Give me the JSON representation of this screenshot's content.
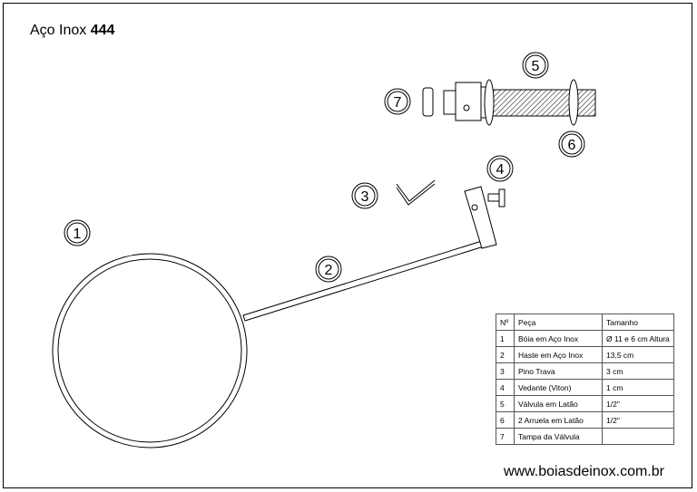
{
  "title": {
    "prefix": "Aço Inox",
    "model": "444"
  },
  "callouts": [
    "1",
    "2",
    "3",
    "4",
    "5",
    "6",
    "7"
  ],
  "table": {
    "headers": [
      "Nº",
      "Peça",
      "Tamanho"
    ],
    "rows": [
      [
        "1",
        "Bóia em Aço Inox",
        "Ø 11 e 6 cm Altura"
      ],
      [
        "2",
        "Haste em Aço Inox",
        "13,5 cm"
      ],
      [
        "3",
        "Pino Trava",
        "3 cm"
      ],
      [
        "4",
        "Vedante (Viton)",
        "1 cm"
      ],
      [
        "5",
        "Válvula em Latão",
        "1/2\""
      ],
      [
        "6",
        "2 Arruela em Latão",
        "1/2\""
      ],
      [
        "7",
        "Tampa da Válvula",
        ""
      ]
    ]
  },
  "website": "www.boiasdeinox.com.br"
}
